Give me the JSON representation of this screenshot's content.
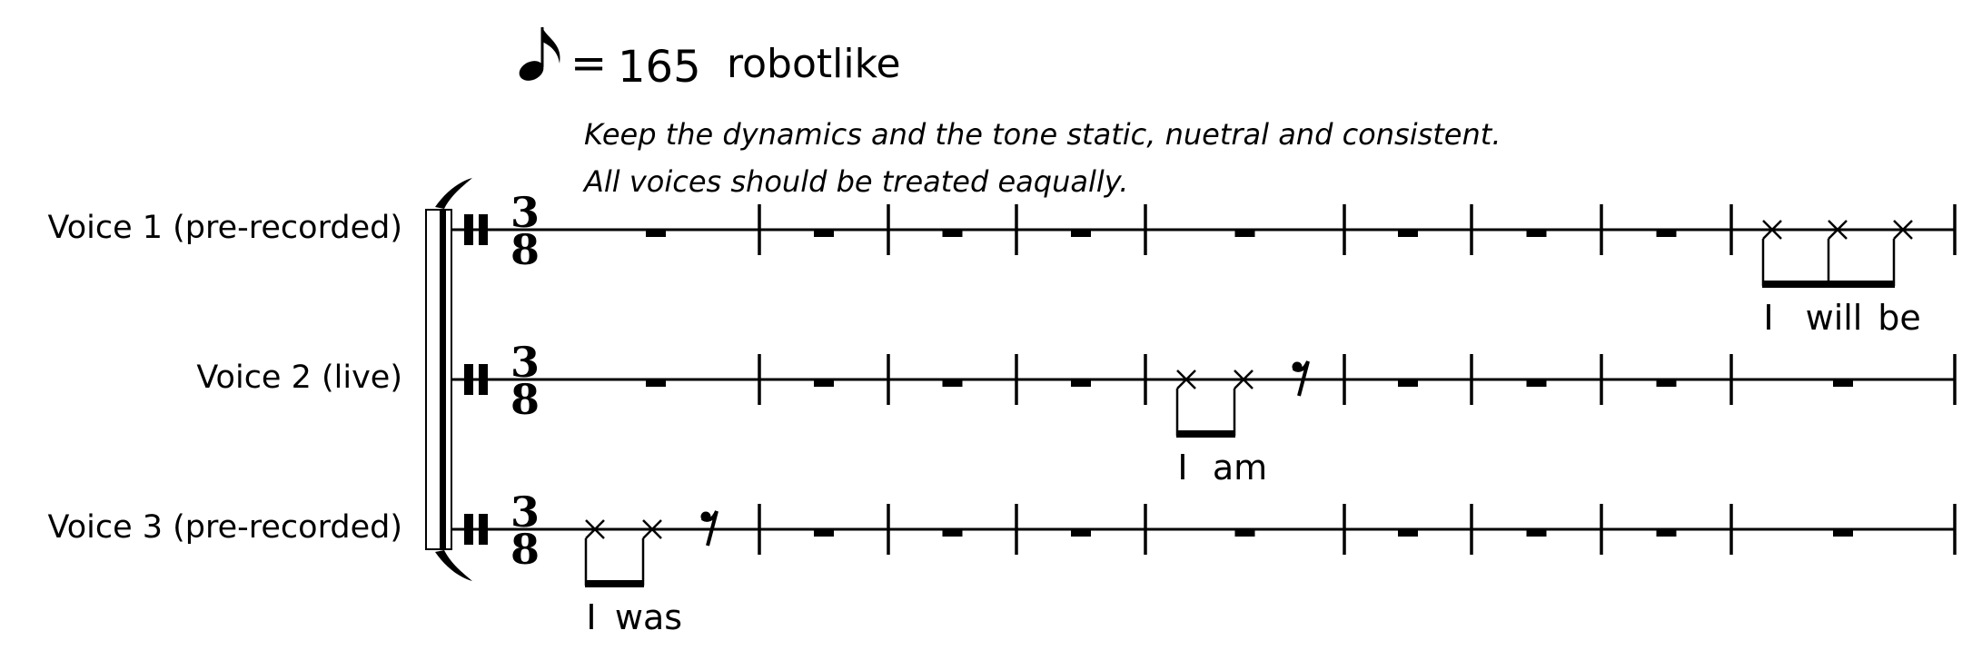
{
  "tempo": {
    "note_icon": "eighth-note-icon",
    "equals": "=",
    "bpm": "165",
    "marking": "robotlike"
  },
  "expression": {
    "line1": "Keep the dynamics and the tone static, nuetral and consistent.",
    "line2": "All voices should be treated eaqually."
  },
  "time_signature": {
    "numerator": "3",
    "denominator": "8"
  },
  "measures_per_staff": 9,
  "staves": [
    {
      "name": "Voice 1 (pre-recorded)",
      "clef_icon": "percussion-clef-icon",
      "measures": [
        {
          "type": "rest"
        },
        {
          "type": "rest"
        },
        {
          "type": "rest"
        },
        {
          "type": "rest"
        },
        {
          "type": "rest"
        },
        {
          "type": "rest"
        },
        {
          "type": "rest"
        },
        {
          "type": "rest"
        },
        {
          "type": "notes",
          "notes": 3,
          "lyrics": [
            "I",
            "will",
            "be"
          ],
          "trailing_rest": false
        }
      ]
    },
    {
      "name": "Voice 2 (live)",
      "clef_icon": "percussion-clef-icon",
      "measures": [
        {
          "type": "rest"
        },
        {
          "type": "rest"
        },
        {
          "type": "rest"
        },
        {
          "type": "rest"
        },
        {
          "type": "notes",
          "notes": 2,
          "lyrics": [
            "I",
            "am"
          ],
          "trailing_rest": true
        },
        {
          "type": "rest"
        },
        {
          "type": "rest"
        },
        {
          "type": "rest"
        },
        {
          "type": "rest"
        }
      ]
    },
    {
      "name": "Voice 3 (pre-recorded)",
      "clef_icon": "percussion-clef-icon",
      "measures": [
        {
          "type": "notes",
          "notes": 2,
          "lyrics": [
            "I",
            "was"
          ],
          "trailing_rest": true
        },
        {
          "type": "rest"
        },
        {
          "type": "rest"
        },
        {
          "type": "rest"
        },
        {
          "type": "rest"
        },
        {
          "type": "rest"
        },
        {
          "type": "rest"
        },
        {
          "type": "rest"
        },
        {
          "type": "rest"
        }
      ]
    }
  ]
}
